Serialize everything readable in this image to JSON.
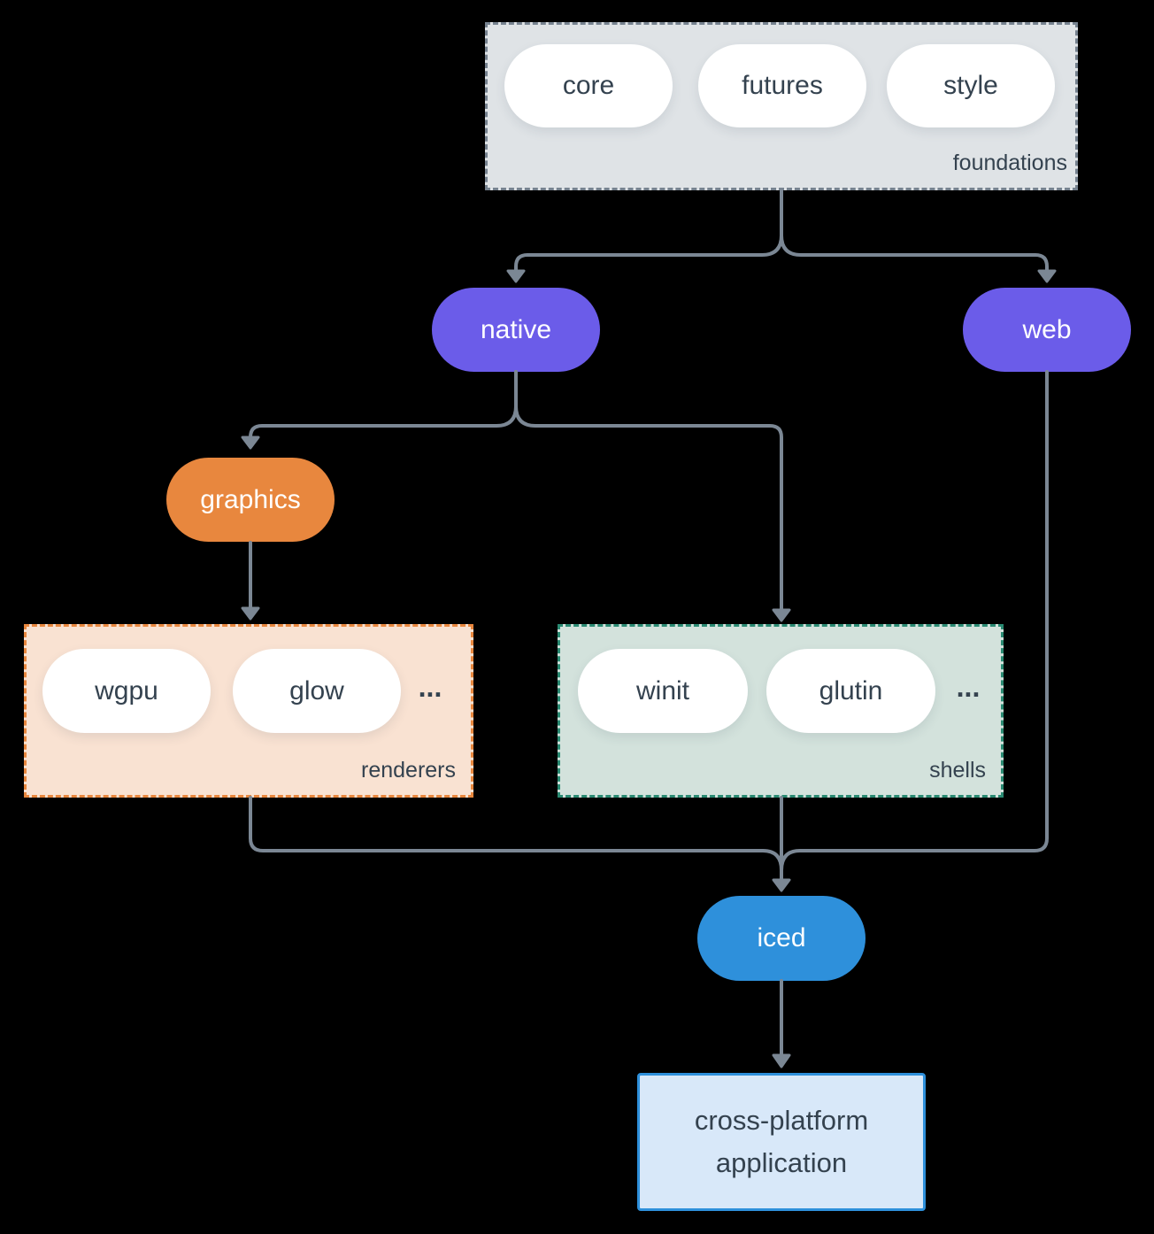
{
  "groups": {
    "foundations": {
      "label": "foundations",
      "items": [
        "core",
        "futures",
        "style"
      ]
    },
    "renderers": {
      "label": "renderers",
      "items": [
        "wgpu",
        "glow"
      ],
      "ellipsis": "..."
    },
    "shells": {
      "label": "shells",
      "items": [
        "winit",
        "glutin"
      ],
      "ellipsis": "..."
    }
  },
  "nodes": {
    "native": "native",
    "web": "web",
    "graphics": "graphics",
    "iced": "iced",
    "application": "cross-platform application"
  },
  "colors": {
    "background": "#000000",
    "connector": "#7b8794",
    "foundations_fill": "#dfe3e6",
    "foundations_border": "#76828f",
    "renderers_fill": "#f9e2d2",
    "renderers_border": "#e8873e",
    "shells_fill": "#d3e2dc",
    "shells_border": "#2a8a72",
    "native_web_fill": "#6b5ce9",
    "graphics_fill": "#e8873e",
    "iced_fill": "#2e90db",
    "application_fill": "#d8e8f9",
    "application_border": "#2e90db",
    "text_dark": "#34424f",
    "text_light": "#ffffff"
  }
}
